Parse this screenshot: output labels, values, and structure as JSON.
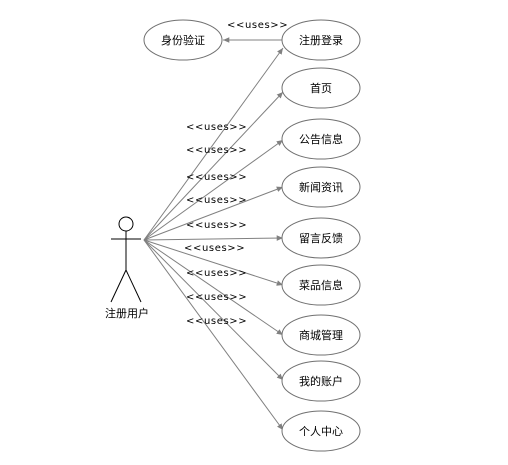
{
  "actor": {
    "label": "注册用户"
  },
  "use_cases": [
    {
      "id": "auth",
      "label": "身份验证"
    },
    {
      "id": "register-login",
      "label": "注册登录"
    },
    {
      "id": "home",
      "label": "首页"
    },
    {
      "id": "notice",
      "label": "公告信息"
    },
    {
      "id": "news",
      "label": "新闻资讯"
    },
    {
      "id": "feedback",
      "label": "留言反馈"
    },
    {
      "id": "dishes",
      "label": "菜品信息"
    },
    {
      "id": "mall",
      "label": "商城管理"
    },
    {
      "id": "account",
      "label": "我的账户"
    },
    {
      "id": "profile",
      "label": "个人中心"
    }
  ],
  "relation_label": "<<uses>>",
  "colors": {
    "line": "#808080",
    "ellipse_border": "#707070",
    "text": "#000000",
    "background": "#ffffff"
  }
}
